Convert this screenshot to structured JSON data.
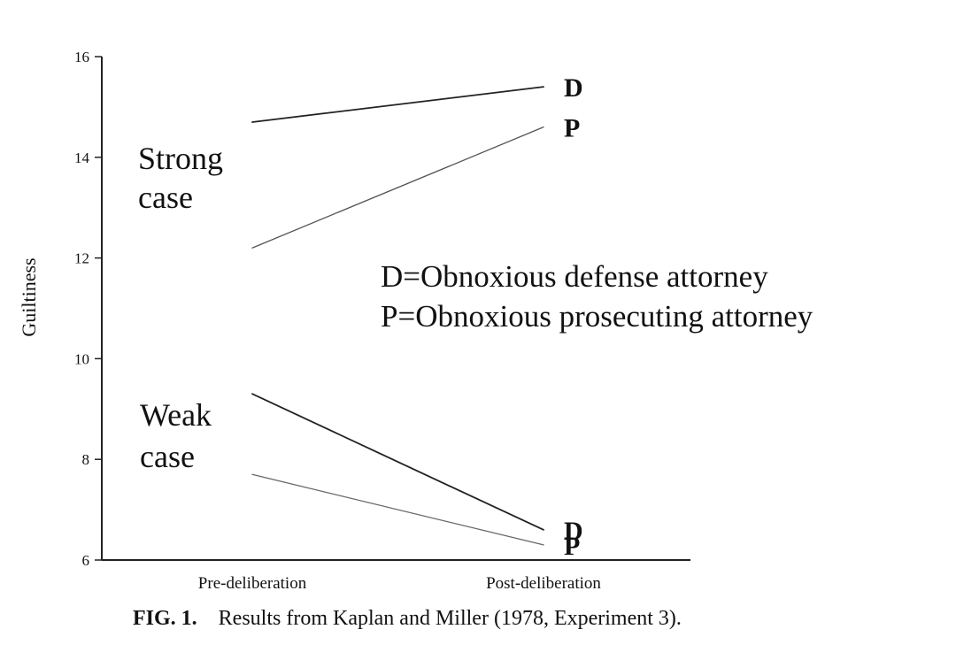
{
  "chart_data": {
    "type": "line",
    "categories": [
      "Pre-deliberation",
      "Post-deliberation"
    ],
    "ylabel": "Guiltiness",
    "xlabel": "",
    "ylim": [
      6,
      16
    ],
    "yticks": [
      "6",
      "8",
      "10",
      "12",
      "14",
      "16"
    ],
    "grid": false,
    "series": [
      {
        "name": "D",
        "group": "strong",
        "values": [
          14.7,
          15.4
        ],
        "color": "#222222"
      },
      {
        "name": "P",
        "group": "strong",
        "values": [
          12.2,
          14.6
        ],
        "color": "#555555"
      },
      {
        "name": "D",
        "group": "weak",
        "values": [
          9.3,
          6.6
        ],
        "color": "#222222"
      },
      {
        "name": "P",
        "group": "weak",
        "values": [
          7.7,
          6.3
        ],
        "color": "#666666"
      }
    ],
    "group_labels": {
      "strong": [
        "Strong",
        "case"
      ],
      "weak": [
        "Weak",
        "case"
      ]
    },
    "legend": [
      "D=Obnoxious defense attorney",
      "P=Obnoxious prosecuting attorney"
    ],
    "caption": {
      "lead": "FIG. 1.",
      "text": "Results from Kaplan and Miller (1978, Experiment 3)."
    }
  }
}
